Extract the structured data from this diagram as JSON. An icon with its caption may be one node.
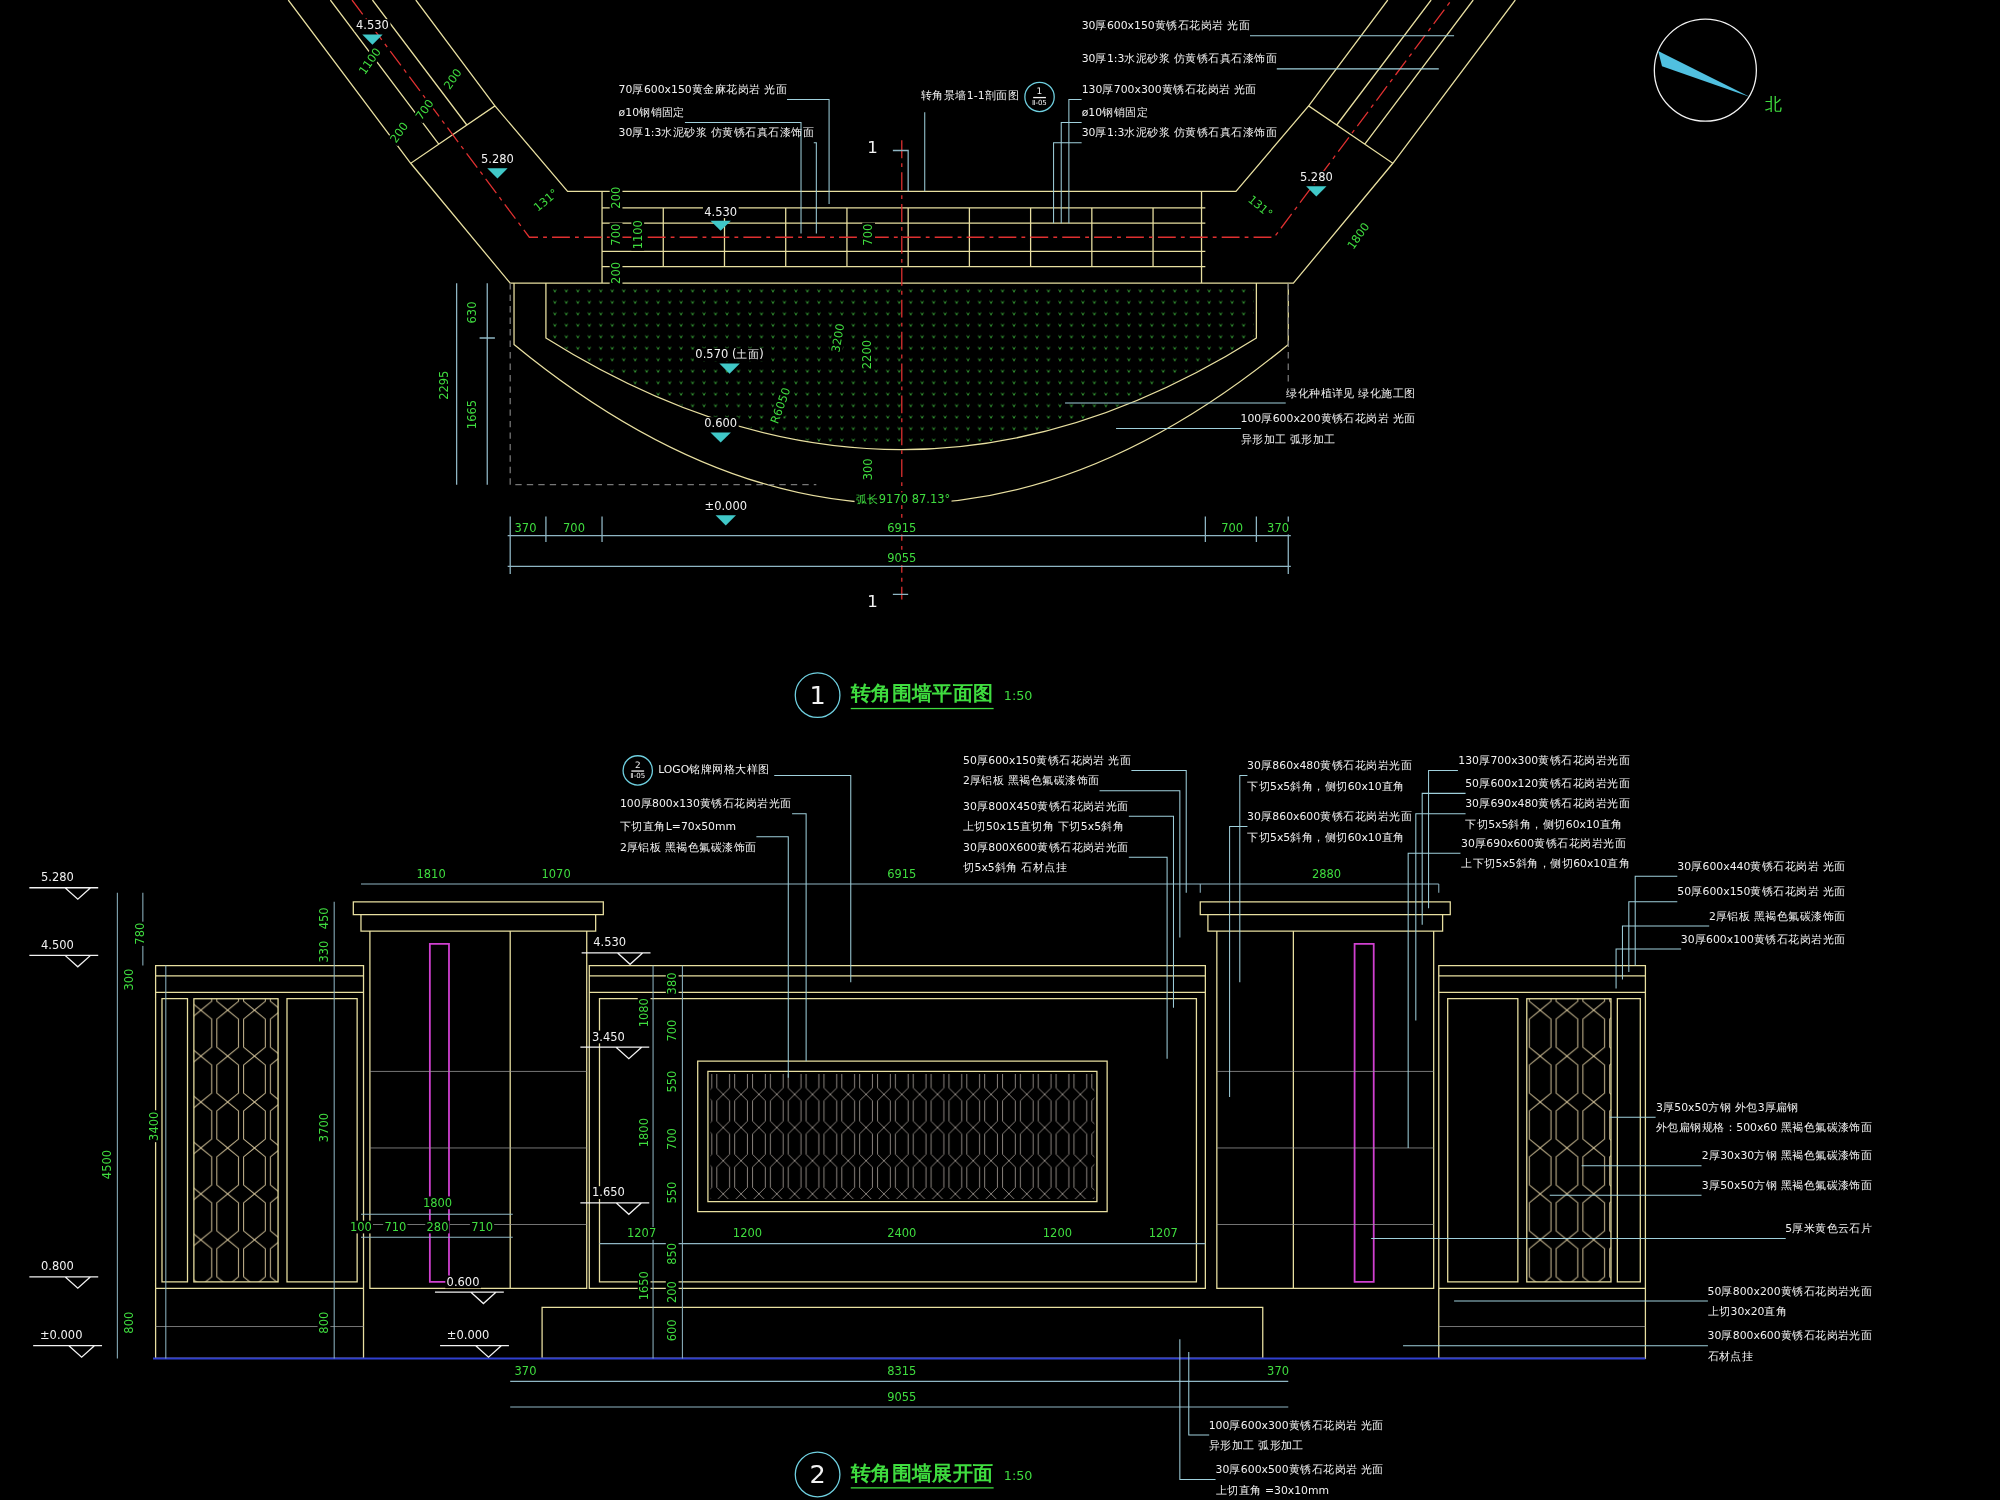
{
  "diagram": {
    "nodes": [
      {
        "text": [
          "70厚600x150黄金麻花岗岩 光面"
        ]
      },
      {
        "text": [
          "ø10钢销固定"
        ]
      },
      {
        "text": [
          "30厚1:3水泥砂浆 仿黄锈石真石漆饰面"
        ]
      },
      {
        "text": [
          "1",
          "Ⅱ-05"
        ],
        "beside": [
          "转角景墙1-1剖面图"
        ]
      },
      {
        "text": [
          "30厚600x150黄锈石花岗岩 光面"
        ]
      },
      {
        "text": [
          "30厚1:3水泥砂浆 仿黄锈石真石漆饰面"
        ]
      },
      {
        "text": [
          "130厚700x300黄锈石花岗岩 光面"
        ]
      },
      {
        "text": [
          "ø10钢销固定"
        ]
      },
      {
        "text": [
          "30厚1:3水泥砂浆 仿黄锈石真石漆饰面"
        ]
      },
      {
        "text": [
          "绿化种植详见 绿化施工图"
        ]
      },
      {
        "text": [
          "100厚600x200黄锈石花岗岩 光面",
          "异形加工 弧形加工"
        ]
      },
      {
        "text": [
          "1"
        ],
        "beside": [
          "转角围墙平面图",
          "1:50"
        ]
      },
      {
        "text": [
          "2",
          "Ⅱ-05"
        ],
        "beside": [
          "LOGO铭牌网格大样图"
        ]
      },
      {
        "text": [
          "100厚800x130黄锈石花岗岩光面"
        ]
      },
      {
        "text": [
          "下切直角L=70x50mm",
          "2厚铝板 黑褐色氟碳漆饰面"
        ]
      },
      {
        "text": [
          "50厚600x150黄锈石花岗岩 光面"
        ]
      },
      {
        "text": [
          "2厚铝板 黑褐色氟碳漆饰面"
        ]
      },
      {
        "text": [
          "30厚800X450黄锈石花岗岩光面",
          "上切50x15直切角 下切5x5斜角"
        ]
      },
      {
        "text": [
          "30厚800X600黄锈石花岗岩光面",
          "切5x5斜角 石材点挂"
        ]
      },
      {
        "text": [
          "30厚860x480黄锈石花岗岩光面",
          "下切5x5斜角，侧切60x10直角"
        ]
      },
      {
        "text": [
          "30厚860x600黄锈石花岗岩光面",
          "下切5x5斜角，侧切60x10直角"
        ]
      },
      {
        "text": [
          "130厚700x300黄锈石花岗岩光面"
        ]
      },
      {
        "text": [
          "50厚600x120黄锈石花岗岩光面"
        ]
      },
      {
        "text": [
          "30厚690x480黄锈石花岗岩光面",
          "下切5x5斜角，侧切60x10直角"
        ]
      },
      {
        "text": [
          "30厚690x600黄锈石花岗岩光面",
          "上下切5x5斜角，侧切60x10直角"
        ]
      },
      {
        "text": [
          "30厚600x440黄锈石花岗岩 光面"
        ]
      },
      {
        "text": [
          "50厚600x150黄锈石花岗岩 光面"
        ]
      },
      {
        "text": [
          "2厚铝板 黑褐色氟碳漆饰面"
        ]
      },
      {
        "text": [
          "30厚600x100黄锈石花岗岩光面"
        ]
      },
      {
        "text": [
          "3厚50x50方钢 外包3厚扁钢",
          "外包扁钢规格：500x60 黑褐色氟碳漆饰面"
        ]
      },
      {
        "text": [
          "2厚30x30方钢 黑褐色氟碳漆饰面"
        ]
      },
      {
        "text": [
          "3厚50x50方钢 黑褐色氟碳漆饰面"
        ]
      },
      {
        "text": [
          "5厚米黄色云石片"
        ]
      },
      {
        "text": [
          "50厚800x200黄锈石花岗岩光面",
          "上切30x20直角"
        ]
      },
      {
        "text": [
          "30厚800x600黄锈石花岗岩光面",
          "石材点挂"
        ]
      },
      {
        "text": [
          "100厚600x300黄锈石花岗岩 光面",
          "异形加工 弧形加工"
        ]
      },
      {
        "text": [
          "30厚600x500黄锈石花岗岩 光面",
          "上切直角 =30x10mm"
        ]
      },
      {
        "text": [
          "2"
        ],
        "beside": [
          "转角围墙展开面",
          "1:50"
        ]
      }
    ],
    "edges": [
      {
        "from": 0,
        "to": null,
        "arrow": "none"
      },
      {
        "from": 1,
        "to": null,
        "arrow": "none"
      },
      {
        "from": 2,
        "to": null,
        "arrow": "none"
      },
      {
        "from": 3,
        "to": null,
        "arrow": "none"
      },
      {
        "from": 4,
        "to": null,
        "arrow": "none"
      },
      {
        "from": 5,
        "to": null,
        "arrow": "none"
      },
      {
        "from": 6,
        "to": null,
        "arrow": "none"
      },
      {
        "from": 7,
        "to": null,
        "arrow": "none"
      },
      {
        "from": 8,
        "to": null,
        "arrow": "none"
      },
      {
        "from": 9,
        "to": null,
        "arrow": "none"
      },
      {
        "from": 10,
        "to": null,
        "arrow": "none"
      },
      {
        "from": 12,
        "to": null,
        "arrow": "none"
      },
      {
        "from": 13,
        "to": null,
        "arrow": "none"
      },
      {
        "from": 14,
        "to": null,
        "arrow": "none"
      },
      {
        "from": 15,
        "to": null,
        "arrow": "none"
      },
      {
        "from": 16,
        "to": null,
        "arrow": "none"
      },
      {
        "from": 17,
        "to": null,
        "arrow": "none"
      },
      {
        "from": 18,
        "to": null,
        "arrow": "none"
      },
      {
        "from": 19,
        "to": null,
        "arrow": "none"
      },
      {
        "from": 20,
        "to": null,
        "arrow": "none"
      },
      {
        "from": 21,
        "to": null,
        "arrow": "none"
      },
      {
        "from": 22,
        "to": null,
        "arrow": "none"
      },
      {
        "from": 23,
        "to": null,
        "arrow": "none"
      },
      {
        "from": 24,
        "to": null,
        "arrow": "none"
      },
      {
        "from": 25,
        "to": null,
        "arrow": "none"
      },
      {
        "from": 26,
        "to": null,
        "arrow": "none"
      },
      {
        "from": 27,
        "to": null,
        "arrow": "none"
      },
      {
        "from": 28,
        "to": null,
        "arrow": "none"
      },
      {
        "from": 29,
        "to": null,
        "arrow": "none"
      },
      {
        "from": 30,
        "to": null,
        "arrow": "none"
      },
      {
        "from": 31,
        "to": null,
        "arrow": "none"
      },
      {
        "from": 32,
        "to": null,
        "arrow": "none"
      },
      {
        "from": 33,
        "to": null,
        "arrow": "none"
      },
      {
        "from": 34,
        "to": null,
        "arrow": "none"
      },
      {
        "from": 35,
        "to": null,
        "arrow": "none"
      },
      {
        "from": 36,
        "to": null,
        "arrow": "none"
      }
    ],
    "labels": [
      "4.530",
      "1100",
      "200",
      "700",
      "200",
      "5.280",
      "131°",
      "200",
      "700",
      "200",
      "1100",
      "4.530",
      "700",
      "131°",
      "5.280",
      "1800",
      "630",
      "2295",
      "1665",
      "0.570 (土面)",
      "3200",
      "2200",
      "R6050",
      "0.600",
      "300",
      "弧长9170 87.13°",
      "±0.000",
      "370",
      "700",
      "6915",
      "700",
      "370",
      "9055",
      "1",
      "1",
      "北",
      "5.280",
      "1810",
      "1070",
      "6915",
      "2880",
      "450",
      "780",
      "4.500",
      "330",
      "4.530",
      "300",
      "380",
      "1080",
      "700",
      "3.450",
      "550",
      "3400",
      "3700",
      "1800",
      "700",
      "4500",
      "1.650",
      "550",
      "1800",
      "100",
      "710",
      "280",
      "710",
      "1207",
      "1200",
      "2400",
      "1200",
      "1207",
      "850",
      "0.800",
      "0.600",
      "1650",
      "200",
      "800",
      "800",
      "600",
      "±0.000",
      "±0.000",
      "370",
      "8315",
      "370",
      "9055"
    ]
  }
}
